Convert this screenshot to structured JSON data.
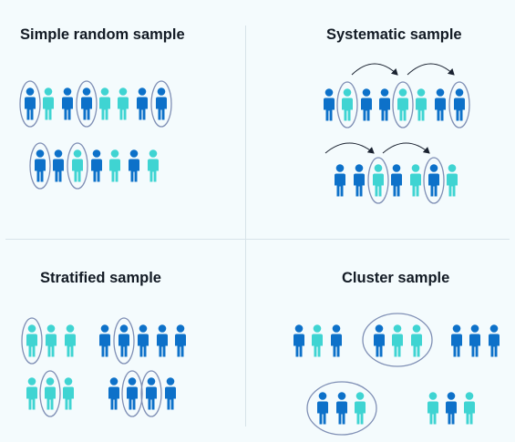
{
  "titles": {
    "simple_random": "Simple random sample",
    "systematic": "Systematic sample",
    "stratified": "Stratified sample",
    "cluster": "Cluster sample"
  },
  "colors": {
    "background": "#f4fbfd",
    "dark_blue": "#0d71c9",
    "cyan": "#3fd4d2",
    "ellipse": "#7f8fb5",
    "arrow": "#1a2230",
    "divider": "#d7e3e9"
  },
  "icons": {
    "person": "person-icon",
    "selection": "selection-ellipse",
    "interval": "interval-arrow"
  }
}
